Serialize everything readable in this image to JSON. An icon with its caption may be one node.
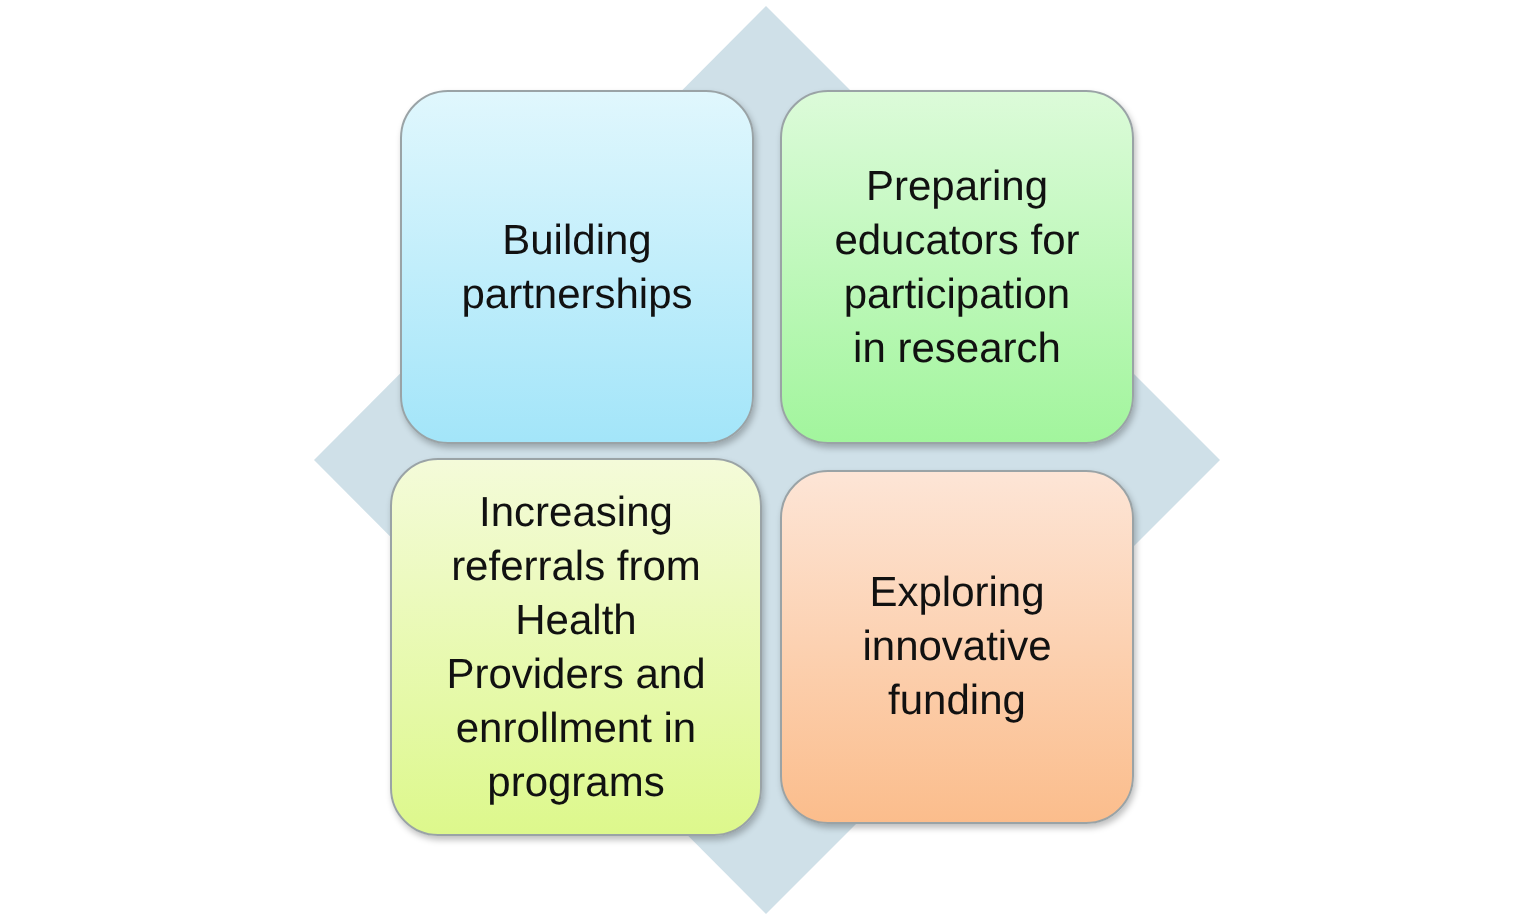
{
  "diagram": {
    "nodes": [
      {
        "text": [
          "Building partnerships"
        ]
      },
      {
        "text": [
          "Preparing educators for participation in research"
        ]
      },
      {
        "text": [
          "Increasing referrals from Health Providers and enrollment in programs"
        ]
      },
      {
        "text": [
          "Exploring innovative funding"
        ]
      }
    ]
  }
}
